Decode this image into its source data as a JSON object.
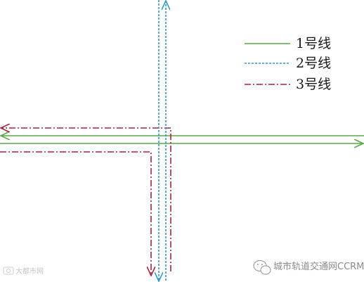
{
  "legend": {
    "line1": {
      "label": "1号线",
      "color": "#5aa846",
      "style": "solid"
    },
    "line2": {
      "label": "2号线",
      "color": "#2e9bd6",
      "style": "dotted"
    },
    "line3": {
      "label": "3号线",
      "color": "#b0203a",
      "style": "dash-dot"
    }
  },
  "watermark": {
    "right_text": "城市轨道交通网CCRM",
    "left_text": "大都市网"
  },
  "colors": {
    "line1": "#5aa846",
    "line2": "#2e9bd6",
    "line3": "#b0203a",
    "background": "#ffffff"
  }
}
